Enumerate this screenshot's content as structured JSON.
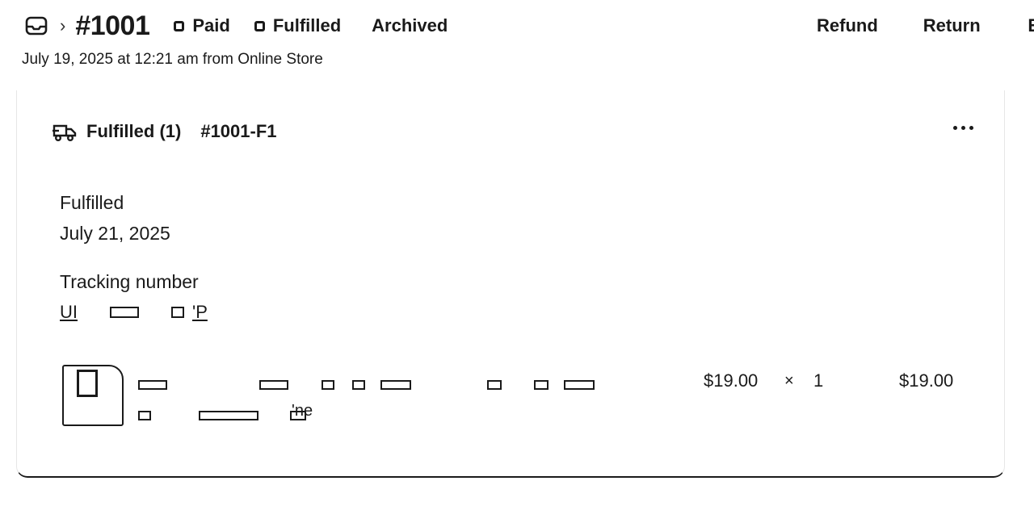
{
  "header": {
    "order_number": "#1001",
    "breadcrumb_separator": "›",
    "badges": [
      "Paid",
      "Fulfilled",
      "Archived"
    ],
    "actions": [
      "Refund",
      "Return",
      "E"
    ],
    "subtitle": "July 19, 2025 at 12:21 am from Online Store"
  },
  "fulfillment": {
    "title": "Fulfilled (1)",
    "id": "#1001-F1",
    "status_label": "Fulfilled",
    "date": "July 21, 2025",
    "tracking_label": "Tracking number",
    "tracking_prefix": "UI",
    "tracking_suffix": "'P"
  },
  "line_item": {
    "variant_fragment": "'ne",
    "price": "$19.00",
    "times": "×",
    "quantity": "1",
    "total": "$19.00"
  },
  "icons": {
    "breadcrumb": "inbox-icon",
    "fulfillment": "truck-icon",
    "menu": "more-icon"
  }
}
